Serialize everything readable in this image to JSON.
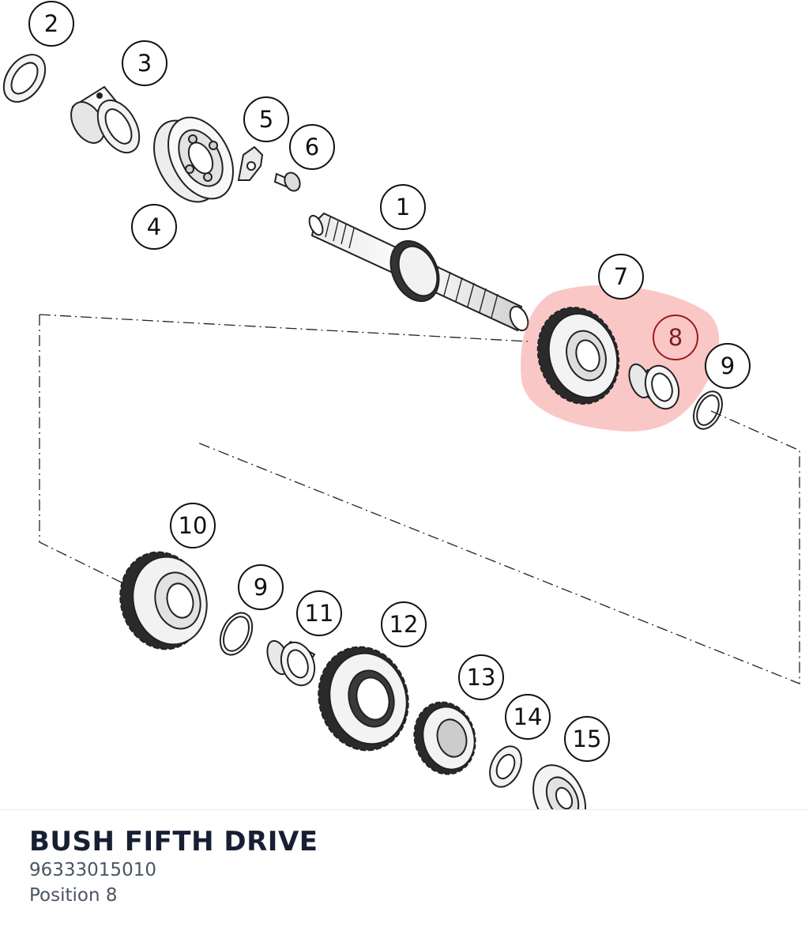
{
  "selected_part": {
    "name": "BUSH FIFTH DRIVE",
    "number": "96333015010",
    "position": "Position 8",
    "callout": "8"
  },
  "callouts": [
    "1",
    "2",
    "3",
    "4",
    "5",
    "6",
    "7",
    "8",
    "9",
    "9",
    "10",
    "11",
    "12",
    "13",
    "14",
    "15"
  ],
  "colors": {
    "highlight": "#ef4444",
    "highlight_text": "#7f1d1d",
    "title": "#172033",
    "meta": "#4b5563"
  }
}
